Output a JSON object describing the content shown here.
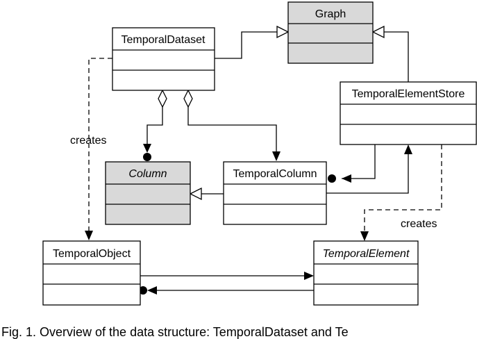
{
  "classes": {
    "graph": {
      "name": "Graph",
      "abstract": false,
      "shaded": true
    },
    "temporal_dataset": {
      "name": "TemporalDataset",
      "abstract": false,
      "shaded": false
    },
    "temporal_element_store": {
      "name": "TemporalElementStore",
      "abstract": false,
      "shaded": false
    },
    "column": {
      "name": "Column",
      "abstract": true,
      "shaded": true
    },
    "temporal_column": {
      "name": "TemporalColumn",
      "abstract": false,
      "shaded": false
    },
    "temporal_object": {
      "name": "TemporalObject",
      "abstract": false,
      "shaded": false
    },
    "temporal_element": {
      "name": "TemporalElement",
      "abstract": true,
      "shaded": false
    }
  },
  "labels": {
    "creates_left": "creates",
    "creates_right": "creates"
  },
  "caption": "Fig. 1. Overview of the data structure: TemporalDataset and Te",
  "colors": {
    "shade": "#d9d9d9",
    "line": "#000000",
    "fill": "#ffffff"
  }
}
